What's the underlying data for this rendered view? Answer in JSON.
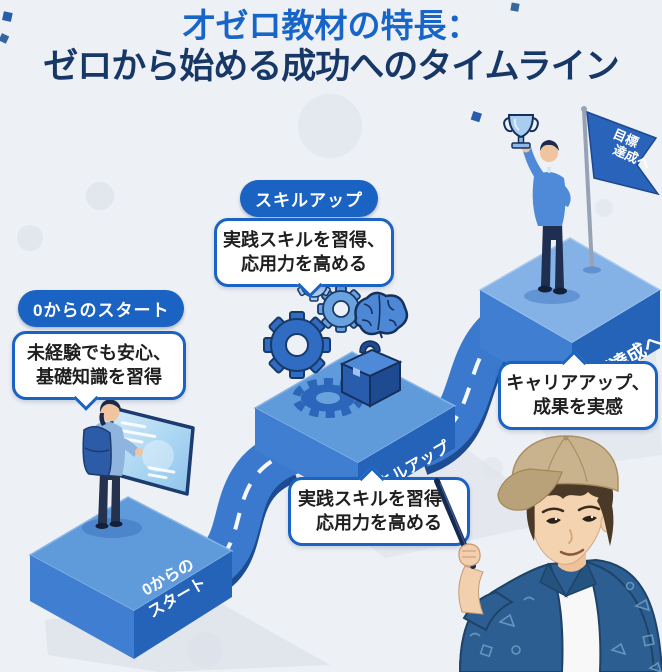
{
  "title": {
    "line1": "才ゼロ教材の特長：",
    "line2": "ゼロから始める成功へのタイムライン"
  },
  "stage1": {
    "badge": "0からのスタート",
    "bubble": {
      "line1": "未経験でも安心、",
      "line2": "基礎知識を習得"
    },
    "platform": {
      "line1": "0からの",
      "line2": "スタート"
    }
  },
  "stage2": {
    "badge": "スキルアップ",
    "bubble_top": {
      "line1": "実践スキルを習得、",
      "line2": "応用力を高める"
    },
    "bubble_bottom": {
      "line1": "実践スキルを習得、",
      "line2": "応用力を高める"
    },
    "platform": "スキルアップ"
  },
  "stage3": {
    "bubble": {
      "line1": "キャリアアップ、",
      "line2": "成果を実感"
    },
    "platform": "目標達成へ",
    "flag": {
      "line1": "目標",
      "line2": "達成へ"
    }
  },
  "icons": [
    "gear-icon",
    "brain-icon",
    "toolbox-icon",
    "trophy-icon",
    "flag-icon",
    "screen-icon",
    "pointer-stick-icon",
    "backpack-icon"
  ],
  "colors": {
    "background": "#edf0f4",
    "title_primary": "#1765c8",
    "title_dark": "#173866",
    "badge_blue": "#1a63c2",
    "bubble_border": "#1a63c2",
    "bubble_text": "#1f1f1f",
    "road_top": "#3b79ce",
    "road_side": "#1d4c92",
    "platform_top": "#5f9bdb",
    "platform_front": "#3f7ed0",
    "platform_side": "#2463b8",
    "flag_blue": "#2a63ba"
  }
}
